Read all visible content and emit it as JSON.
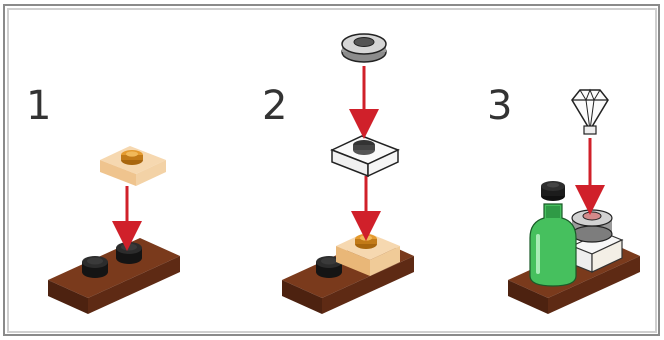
{
  "steps": [
    {
      "number": "1"
    },
    {
      "number": "2"
    },
    {
      "number": "3"
    }
  ],
  "colors": {
    "border_outer": "#8a8a8a",
    "border_inner": "#cfcfcf",
    "arrow": "#d0202a",
    "base_plate": "#6b3218",
    "dark_stud": "#1e1e1e",
    "trans_orange": "#e7a04a",
    "trans_clear": "#f4f4f4",
    "silver": "#b8b8b8",
    "green_bottle": "#3fbf5a"
  },
  "icons": [
    "arrow-down-icon"
  ]
}
